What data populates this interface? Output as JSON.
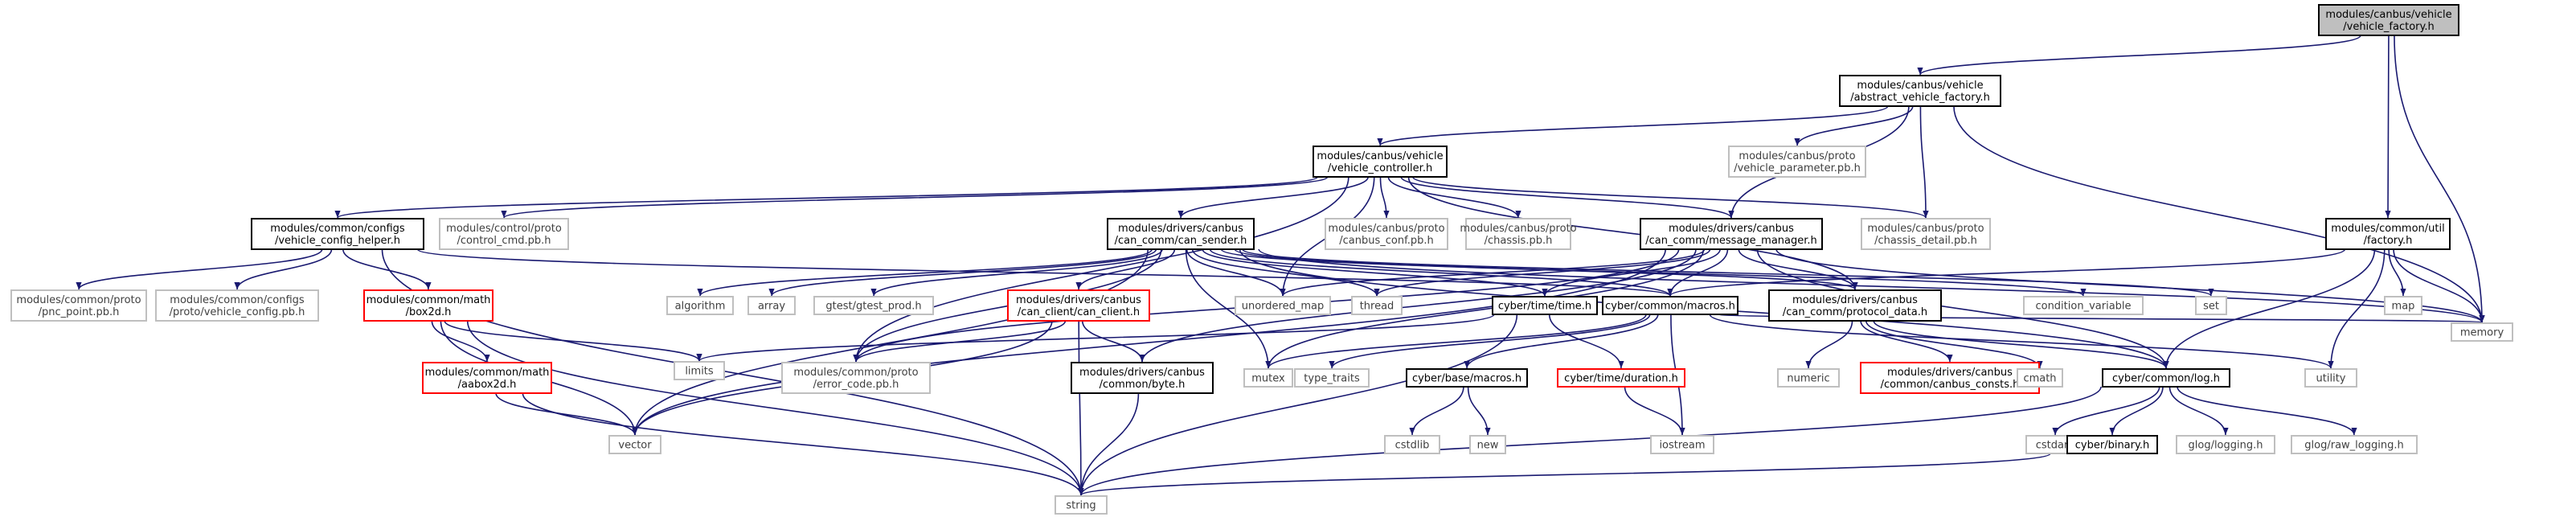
{
  "colors": {
    "edge": "#191970",
    "text": "#000000",
    "grey_text": "#3f3f3f",
    "border_black": "#000000",
    "border_grey": "#bfbfbf",
    "border_red": "#ff0000",
    "root_fill": "#bfbfbf",
    "fill": "#ffffff"
  },
  "nodes": [
    {
      "id": "vehicle_factory",
      "lines": [
        "modules/canbus/vehicle",
        "/vehicle_factory.h"
      ],
      "style": "root"
    },
    {
      "id": "abstract_vehicle_factory",
      "lines": [
        "modules/canbus/vehicle",
        "/abstract_vehicle_factory.h"
      ],
      "style": "black"
    },
    {
      "id": "vehicle_parameter_pb",
      "lines": [
        "modules/canbus/proto",
        "/vehicle_parameter.pb.h"
      ],
      "style": "grey"
    },
    {
      "id": "vehicle_controller",
      "lines": [
        "modules/canbus/vehicle",
        "/vehicle_controller.h"
      ],
      "style": "black"
    },
    {
      "id": "util_factory",
      "lines": [
        "modules/common/util",
        "/factory.h"
      ],
      "style": "black"
    },
    {
      "id": "vehicle_config_helper",
      "lines": [
        "modules/common/configs",
        "/vehicle_config_helper.h"
      ],
      "style": "black"
    },
    {
      "id": "control_cmd_pb",
      "lines": [
        "modules/control/proto",
        "/control_cmd.pb.h"
      ],
      "style": "grey"
    },
    {
      "id": "can_sender",
      "lines": [
        "modules/drivers/canbus",
        "/can_comm/can_sender.h"
      ],
      "style": "black"
    },
    {
      "id": "canbus_conf_pb",
      "lines": [
        "modules/canbus/proto",
        "/canbus_conf.pb.h"
      ],
      "style": "grey"
    },
    {
      "id": "chassis_pb",
      "lines": [
        "modules/canbus/proto",
        "/chassis.pb.h"
      ],
      "style": "grey"
    },
    {
      "id": "message_manager",
      "lines": [
        "modules/drivers/canbus",
        "/can_comm/message_manager.h"
      ],
      "style": "black"
    },
    {
      "id": "chassis_detail_pb",
      "lines": [
        "modules/canbus/proto",
        "/chassis_detail.pb.h"
      ],
      "style": "grey"
    },
    {
      "id": "pnc_point_pb",
      "lines": [
        "modules/common/proto",
        "/pnc_point.pb.h"
      ],
      "style": "grey"
    },
    {
      "id": "vehicle_config_pb",
      "lines": [
        "modules/common/configs",
        "/proto/vehicle_config.pb.h"
      ],
      "style": "grey"
    },
    {
      "id": "box2d",
      "lines": [
        "modules/common/math",
        "/box2d.h"
      ],
      "style": "red"
    },
    {
      "id": "algorithm",
      "lines": [
        "algorithm"
      ],
      "style": "grey"
    },
    {
      "id": "array",
      "lines": [
        "array"
      ],
      "style": "grey"
    },
    {
      "id": "gtest_prod",
      "lines": [
        "gtest/gtest_prod.h"
      ],
      "style": "grey"
    },
    {
      "id": "can_client",
      "lines": [
        "modules/drivers/canbus",
        "/can_client/can_client.h"
      ],
      "style": "red"
    },
    {
      "id": "unordered_map",
      "lines": [
        "unordered_map"
      ],
      "style": "grey"
    },
    {
      "id": "thread",
      "lines": [
        "thread"
      ],
      "style": "grey"
    },
    {
      "id": "cyber_time",
      "lines": [
        "cyber/time/time.h"
      ],
      "style": "black"
    },
    {
      "id": "cyber_macros",
      "lines": [
        "cyber/common/macros.h"
      ],
      "style": "black"
    },
    {
      "id": "protocol_data",
      "lines": [
        "modules/drivers/canbus",
        "/can_comm/protocol_data.h"
      ],
      "style": "black"
    },
    {
      "id": "condition_variable",
      "lines": [
        "condition_variable"
      ],
      "style": "grey"
    },
    {
      "id": "set",
      "lines": [
        "set"
      ],
      "style": "grey"
    },
    {
      "id": "map",
      "lines": [
        "map"
      ],
      "style": "grey"
    },
    {
      "id": "memory",
      "lines": [
        "memory"
      ],
      "style": "grey"
    },
    {
      "id": "aabox2d",
      "lines": [
        "modules/common/math",
        "/aabox2d.h"
      ],
      "style": "red"
    },
    {
      "id": "limits",
      "lines": [
        "limits"
      ],
      "style": "grey"
    },
    {
      "id": "error_code_pb",
      "lines": [
        "modules/common/proto",
        "/error_code.pb.h"
      ],
      "style": "grey"
    },
    {
      "id": "byte",
      "lines": [
        "modules/drivers/canbus",
        "/common/byte.h"
      ],
      "style": "black"
    },
    {
      "id": "mutex",
      "lines": [
        "mutex"
      ],
      "style": "grey"
    },
    {
      "id": "type_traits",
      "lines": [
        "type_traits"
      ],
      "style": "grey"
    },
    {
      "id": "base_macros",
      "lines": [
        "cyber/base/macros.h"
      ],
      "style": "black"
    },
    {
      "id": "duration",
      "lines": [
        "cyber/time/duration.h"
      ],
      "style": "red"
    },
    {
      "id": "numeric",
      "lines": [
        "numeric"
      ],
      "style": "grey"
    },
    {
      "id": "canbus_consts",
      "lines": [
        "modules/drivers/canbus",
        "/common/canbus_consts.h"
      ],
      "style": "red"
    },
    {
      "id": "cmath",
      "lines": [
        "cmath"
      ],
      "style": "grey"
    },
    {
      "id": "cyber_log",
      "lines": [
        "cyber/common/log.h"
      ],
      "style": "black"
    },
    {
      "id": "utility",
      "lines": [
        "utility"
      ],
      "style": "grey"
    },
    {
      "id": "vector",
      "lines": [
        "vector"
      ],
      "style": "grey"
    },
    {
      "id": "cstdlib",
      "lines": [
        "cstdlib"
      ],
      "style": "grey"
    },
    {
      "id": "new",
      "lines": [
        "new"
      ],
      "style": "grey"
    },
    {
      "id": "iostream",
      "lines": [
        "iostream"
      ],
      "style": "grey"
    },
    {
      "id": "cstdarg",
      "lines": [
        "cstdarg"
      ],
      "style": "grey"
    },
    {
      "id": "cyber_binary",
      "lines": [
        "cyber/binary.h"
      ],
      "style": "black"
    },
    {
      "id": "glog_logging",
      "lines": [
        "glog/logging.h"
      ],
      "style": "grey"
    },
    {
      "id": "glog_raw_logging",
      "lines": [
        "glog/raw_logging.h"
      ],
      "style": "grey"
    },
    {
      "id": "string",
      "lines": [
        "string"
      ],
      "style": "grey"
    }
  ],
  "edges": [
    [
      "vehicle_factory",
      "abstract_vehicle_factory"
    ],
    [
      "vehicle_factory",
      "util_factory"
    ],
    [
      "vehicle_factory",
      "memory"
    ],
    [
      "abstract_vehicle_factory",
      "vehicle_parameter_pb"
    ],
    [
      "abstract_vehicle_factory",
      "vehicle_controller"
    ],
    [
      "abstract_vehicle_factory",
      "message_manager"
    ],
    [
      "abstract_vehicle_factory",
      "chassis_detail_pb"
    ],
    [
      "abstract_vehicle_factory",
      "memory"
    ],
    [
      "vehicle_controller",
      "vehicle_config_helper"
    ],
    [
      "vehicle_controller",
      "control_cmd_pb"
    ],
    [
      "vehicle_controller",
      "can_sender"
    ],
    [
      "vehicle_controller",
      "canbus_conf_pb"
    ],
    [
      "vehicle_controller",
      "chassis_pb"
    ],
    [
      "vehicle_controller",
      "message_manager"
    ],
    [
      "vehicle_controller",
      "chassis_detail_pb"
    ],
    [
      "vehicle_controller",
      "unordered_map"
    ],
    [
      "vehicle_controller",
      "error_code_pb"
    ],
    [
      "vehicle_controller",
      "protocol_data"
    ],
    [
      "util_factory",
      "cyber_macros"
    ],
    [
      "util_factory",
      "map"
    ],
    [
      "util_factory",
      "memory"
    ],
    [
      "util_factory",
      "utility"
    ],
    [
      "util_factory",
      "cyber_log"
    ],
    [
      "vehicle_config_helper",
      "pnc_point_pb"
    ],
    [
      "vehicle_config_helper",
      "vehicle_config_pb"
    ],
    [
      "vehicle_config_helper",
      "box2d"
    ],
    [
      "vehicle_config_helper",
      "string"
    ],
    [
      "vehicle_config_helper",
      "cyber_macros"
    ],
    [
      "can_sender",
      "algorithm"
    ],
    [
      "can_sender",
      "array"
    ],
    [
      "can_sender",
      "gtest_prod"
    ],
    [
      "can_sender",
      "can_client"
    ],
    [
      "can_sender",
      "unordered_map"
    ],
    [
      "can_sender",
      "thread"
    ],
    [
      "can_sender",
      "cyber_time"
    ],
    [
      "can_sender",
      "cyber_macros"
    ],
    [
      "can_sender",
      "protocol_data"
    ],
    [
      "can_sender",
      "condition_variable"
    ],
    [
      "can_sender",
      "set"
    ],
    [
      "can_sender",
      "memory"
    ],
    [
      "can_sender",
      "error_code_pb"
    ],
    [
      "can_sender",
      "mutex"
    ],
    [
      "can_sender",
      "vector"
    ],
    [
      "can_sender",
      "cyber_log"
    ],
    [
      "message_manager",
      "unordered_map"
    ],
    [
      "message_manager",
      "thread"
    ],
    [
      "message_manager",
      "cyber_time"
    ],
    [
      "message_manager",
      "cyber_macros"
    ],
    [
      "message_manager",
      "protocol_data"
    ],
    [
      "message_manager",
      "memory"
    ],
    [
      "message_manager",
      "error_code_pb"
    ],
    [
      "message_manager",
      "mutex"
    ],
    [
      "message_manager",
      "byte"
    ],
    [
      "message_manager",
      "vector"
    ],
    [
      "message_manager",
      "cyber_log"
    ],
    [
      "box2d",
      "aabox2d"
    ],
    [
      "box2d",
      "limits"
    ],
    [
      "box2d",
      "vector"
    ],
    [
      "box2d",
      "string"
    ],
    [
      "can_client",
      "error_code_pb"
    ],
    [
      "can_client",
      "byte"
    ],
    [
      "can_client",
      "vector"
    ],
    [
      "can_client",
      "string"
    ],
    [
      "cyber_time",
      "duration"
    ],
    [
      "cyber_time",
      "limits"
    ],
    [
      "cyber_time",
      "string"
    ],
    [
      "cyber_macros",
      "type_traits"
    ],
    [
      "cyber_macros",
      "base_macros"
    ],
    [
      "cyber_macros",
      "iostream"
    ],
    [
      "cyber_macros",
      "mutex"
    ],
    [
      "cyber_macros",
      "memory"
    ],
    [
      "cyber_macros",
      "utility"
    ],
    [
      "protocol_data",
      "numeric"
    ],
    [
      "protocol_data",
      "canbus_consts"
    ],
    [
      "protocol_data",
      "cmath"
    ],
    [
      "protocol_data",
      "cyber_log"
    ],
    [
      "aabox2d",
      "vector"
    ],
    [
      "aabox2d",
      "string"
    ],
    [
      "byte",
      "string"
    ],
    [
      "base_macros",
      "cstdlib"
    ],
    [
      "base_macros",
      "new"
    ],
    [
      "duration",
      "iostream"
    ],
    [
      "cyber_log",
      "cstdarg"
    ],
    [
      "cyber_log",
      "cyber_binary"
    ],
    [
      "cyber_log",
      "glog_logging"
    ],
    [
      "cyber_log",
      "glog_raw_logging"
    ],
    [
      "cyber_log",
      "string"
    ],
    [
      "cyber_binary",
      "string"
    ]
  ]
}
